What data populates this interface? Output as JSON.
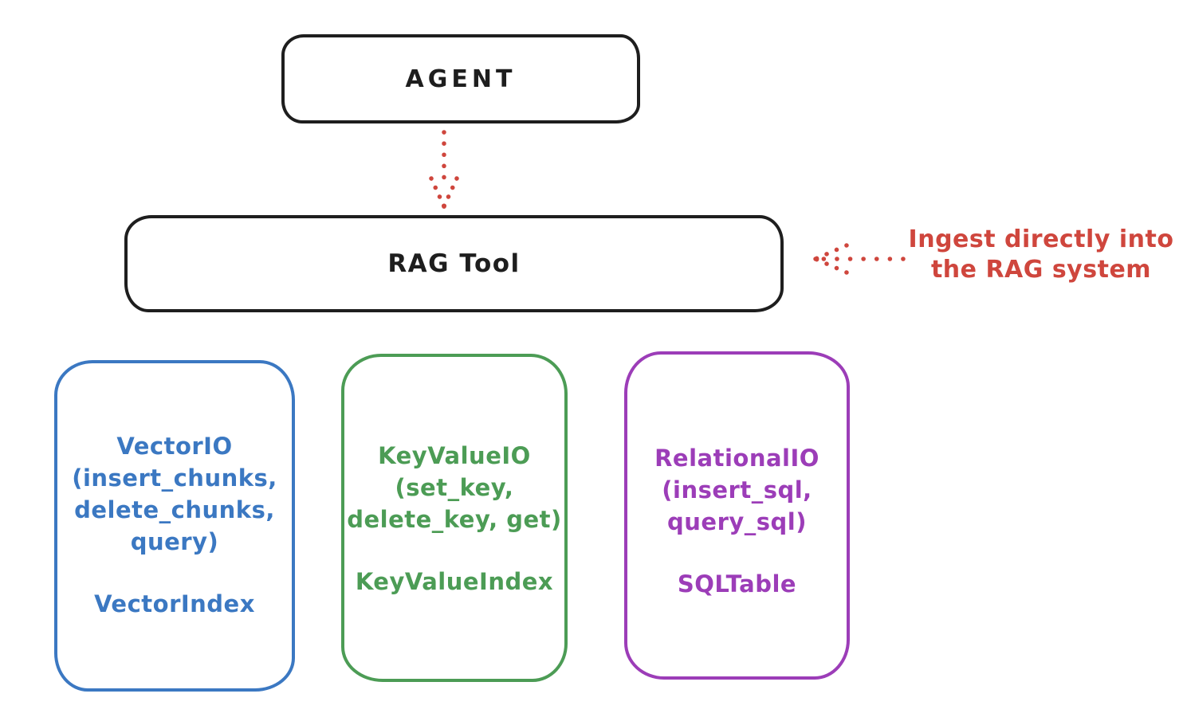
{
  "diagram": {
    "colors": {
      "background": "#ffffff",
      "ink": "#1e1e1e",
      "red": "#cf463d"
    },
    "agent": {
      "label": "AGENT"
    },
    "rag_tool": {
      "label": "RAG Tool"
    },
    "annotation": {
      "line1": "Ingest directly into",
      "line2": "the RAG system"
    },
    "arrows": {
      "agent_to_rag": "dotted-arrow-down",
      "ingest_into_rag": "dotted-arrow-left"
    },
    "backends": [
      {
        "id": "vector-io",
        "color": "#3b78c2",
        "lines": [
          "VectorIO",
          "(insert_chunks,",
          "delete_chunks,",
          "query)"
        ],
        "index_label": "VectorIndex"
      },
      {
        "id": "keyvalue-io",
        "color": "#4c9c55",
        "lines": [
          "KeyValueIO",
          "(set_key,",
          "delete_key, get)"
        ],
        "index_label": "KeyValueIndex"
      },
      {
        "id": "relational-io",
        "color": "#9c3db8",
        "lines": [
          "RelationalIO",
          "(insert_sql,",
          "query_sql)"
        ],
        "index_label": "SQLTable"
      }
    ]
  }
}
